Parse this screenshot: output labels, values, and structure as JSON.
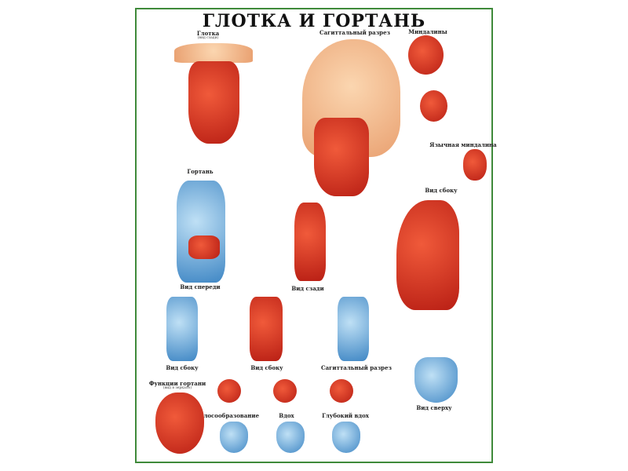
{
  "poster": {
    "title": "ГЛОТКА И ГОРТАНЬ",
    "sections": {
      "pharynx": {
        "title": "Глотка",
        "subtitle": "(вид сзади)"
      },
      "sagittal_head": {
        "title": "Сагиттальный разрез"
      },
      "tonsils": {
        "title": "Миндалины"
      },
      "lingual_tonsil": {
        "title": "Язычная миндалина"
      },
      "larynx": {
        "title": "Гортань"
      },
      "front_view": {
        "title": "Вид спереди"
      },
      "back_view": {
        "title": "Вид сзади"
      },
      "side_view_right": {
        "title": "Вид сбоку"
      },
      "side_view_1": {
        "title": "Вид сбоку"
      },
      "side_view_2": {
        "title": "Вид сбоку"
      },
      "sagittal_larynx": {
        "title": "Сагиттальный разрез"
      },
      "functions": {
        "title": "Функции гортани",
        "subtitle": "(вид в зеркало)"
      },
      "phonation": {
        "title": "Голосообразование"
      },
      "inhale": {
        "title": "Вдох"
      },
      "deep_inhale": {
        "title": "Глубокий вдох"
      },
      "top_view": {
        "title": "Вид сверху"
      }
    }
  },
  "colors": {
    "frame": "#3f8a3a",
    "muscle": "#c8281c",
    "cartilage": "#4a90cc",
    "skin": "#f0b07e"
  }
}
